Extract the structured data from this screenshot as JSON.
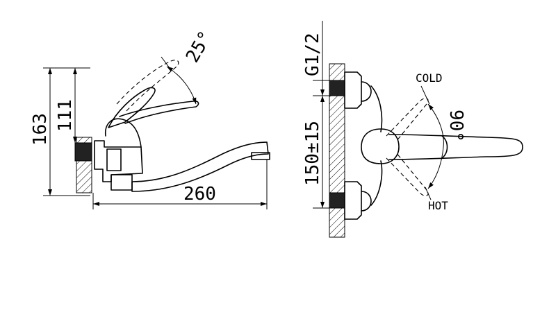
{
  "side_view": {
    "height_total": "163",
    "height_handle": "111",
    "length": "260",
    "angle": "25°"
  },
  "front_view": {
    "thread": "G1/2",
    "centres": "150±15",
    "angle": "90°",
    "cold_label": "COLD",
    "hot_label": "HOT"
  }
}
